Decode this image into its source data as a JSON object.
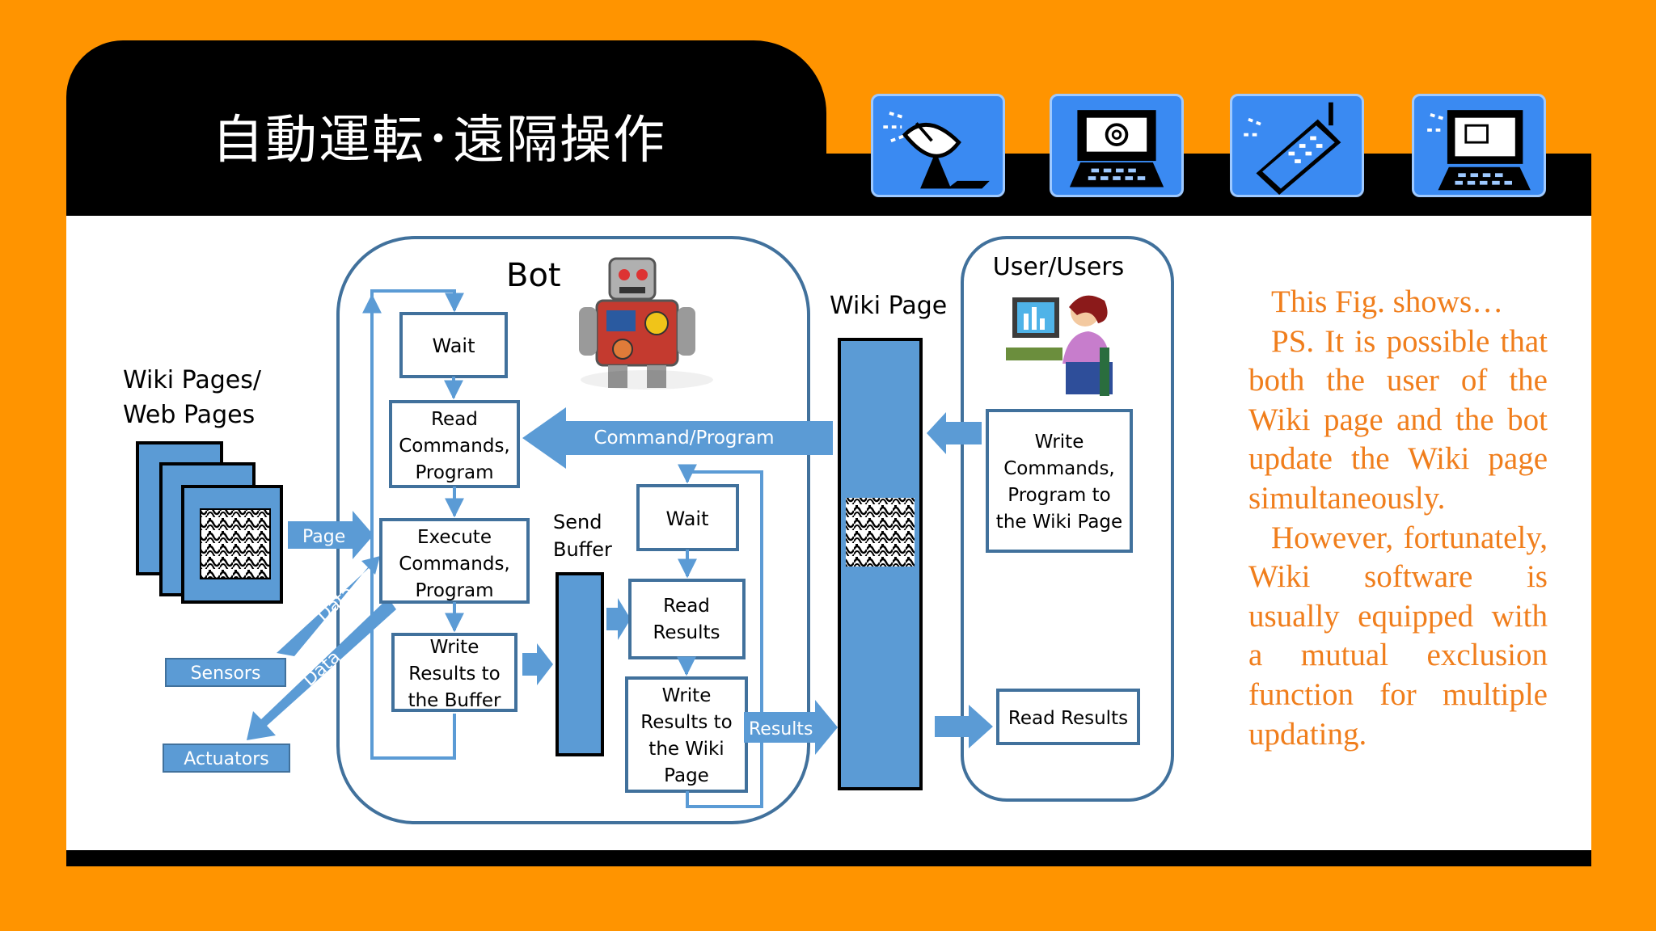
{
  "slide": {
    "title": "自動運転･遠隔操作",
    "header_icons": [
      "satellite-dish-icon",
      "email-terminal-icon",
      "mobile-phone-icon",
      "computer-screen-icon"
    ]
  },
  "colors": {
    "background": "#ff9400",
    "frame": "#000000",
    "box_blue": "#5b9bd5",
    "box_border": "#41719c",
    "note_text": "#f07e1c"
  },
  "diagram": {
    "left": {
      "title_line1": "Wiki Pages/",
      "title_line2": "Web Pages",
      "page_arrow": "Page",
      "sensors": "Sensors",
      "actuators": "Actuators",
      "data_up": "Data",
      "data_down": "Data"
    },
    "bot": {
      "title": "Bot",
      "wait": "Wait",
      "read_commands": [
        "Read",
        "Commands,",
        "Program"
      ],
      "execute_commands": [
        "Execute",
        "Commands,",
        "Program"
      ],
      "write_buffer": [
        "Write",
        "Results to",
        "the Buffer"
      ],
      "send_buffer": [
        "Send",
        "Buffer"
      ],
      "wait2": "Wait",
      "read_results": [
        "Read",
        "Results"
      ],
      "write_wiki": [
        "Write",
        "Results to",
        "the Wiki",
        "Page"
      ],
      "results_arrow": "Results"
    },
    "command_arrow": "Command/Program",
    "wiki_page_label": "Wiki Page",
    "users": {
      "title": "User/Users",
      "write_commands": [
        "Write",
        "Commands,",
        "Program to",
        "the Wiki Page"
      ],
      "read_results": "Read Results"
    }
  },
  "note": {
    "p1": "This Fig. shows…",
    "p2": "PS. It is possible that both the user of the Wiki page and the bot update the Wiki page simultaneously.",
    "p3": "However, fortunately, Wiki software is usually equipped with a mutual exclusion function for multiple updating."
  }
}
